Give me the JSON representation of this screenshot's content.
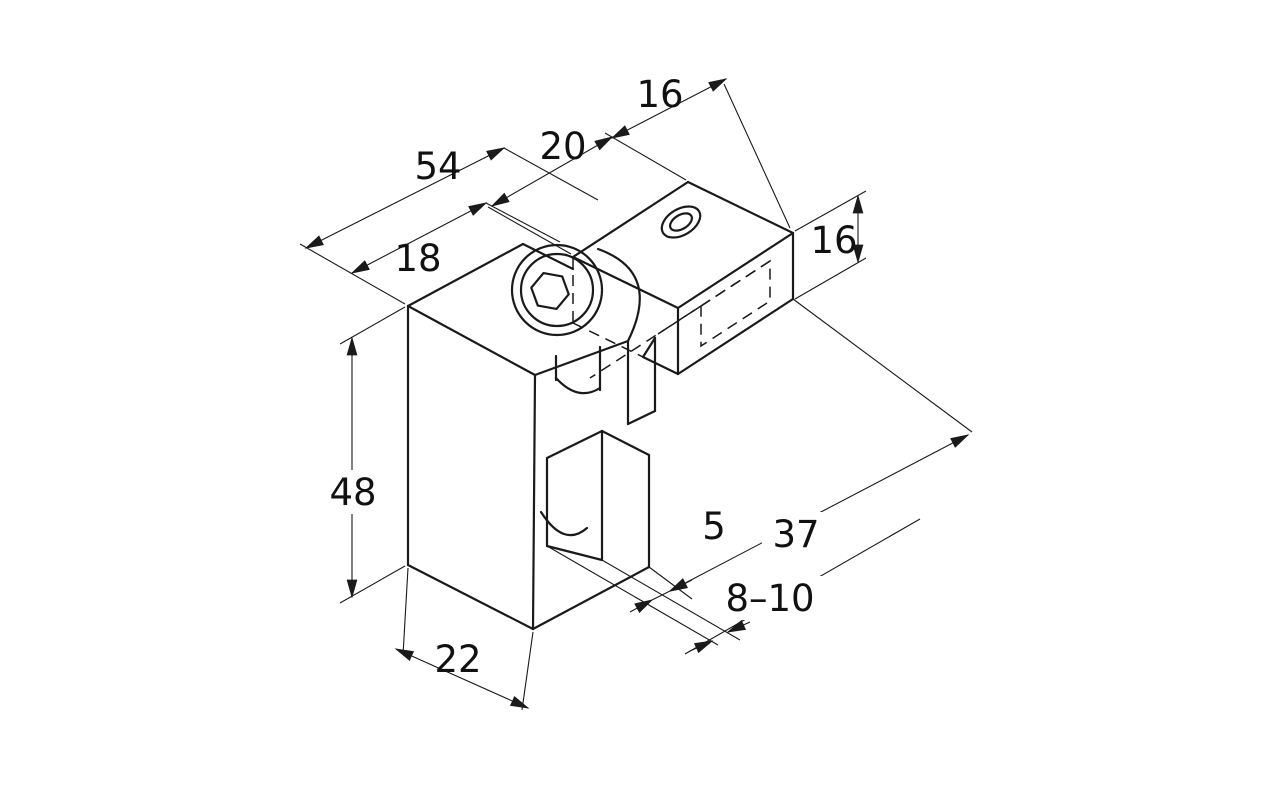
{
  "drawing": {
    "background_color": "#ffffff",
    "line_color": "#1a1a1a",
    "view": "isometric",
    "dimensions": {
      "overall_top": {
        "value": "54"
      },
      "body_depth": {
        "value": "18"
      },
      "tube_front_segment": {
        "value": "20"
      },
      "tube_width": {
        "value": "16"
      },
      "tube_height": {
        "value": "16"
      },
      "body_height": {
        "value": "48"
      },
      "body_bottom_width": {
        "value": "22"
      },
      "jaw_thickness": {
        "value": "5"
      },
      "slot_to_tube_end": {
        "value": "37"
      },
      "panel_thickness_range": {
        "value": "8–10"
      }
    }
  }
}
